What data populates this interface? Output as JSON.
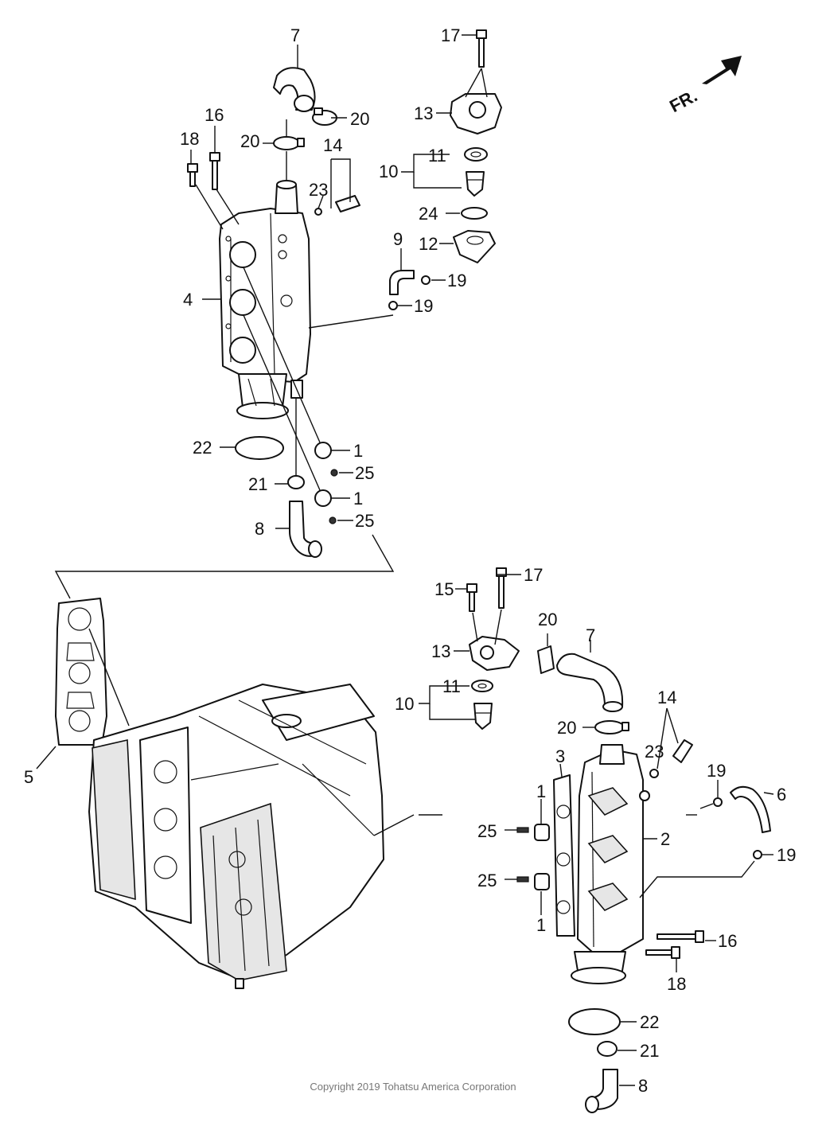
{
  "labels": {
    "p1": "1",
    "p2": "2",
    "p3": "3",
    "p4": "4",
    "p5": "5",
    "p6": "6",
    "p7": "7",
    "p8": "8",
    "p9": "9",
    "p10": "10",
    "p11": "11",
    "p12": "12",
    "p13": "13",
    "p14": "14",
    "p15": "15",
    "p16": "16",
    "p17": "17",
    "p18": "18",
    "p19": "19",
    "p20": "20",
    "p21": "21",
    "p22": "22",
    "p23": "23",
    "p24": "24",
    "p25": "25"
  },
  "front_indicator": "FR.",
  "copyright": "Copyright 2019 Tohatsu America Corporation"
}
